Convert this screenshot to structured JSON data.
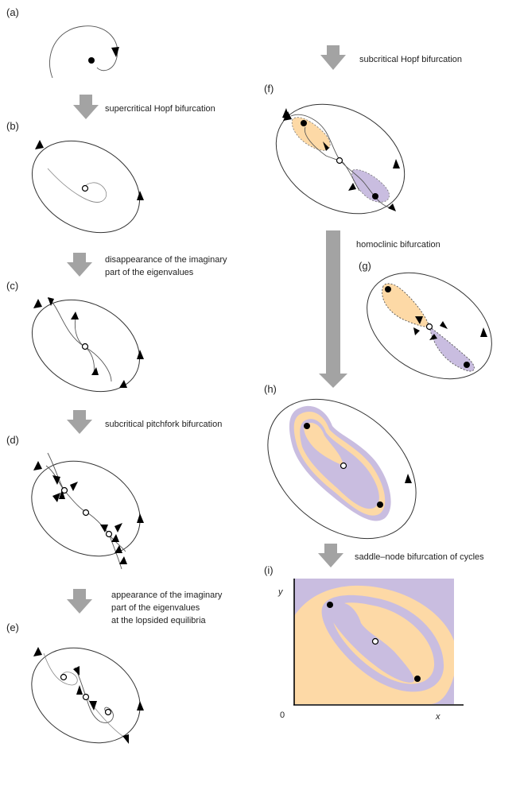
{
  "panels": {
    "a": "(a)",
    "b": "(b)",
    "c": "(c)",
    "d": "(d)",
    "e": "(e)",
    "f": "(f)",
    "g": "(g)",
    "h": "(h)",
    "i": "(i)"
  },
  "transitions": {
    "a_to_b": "supercritical Hopf bifurcation",
    "b_to_c_line1": "disappearance of the imaginary",
    "b_to_c_line2": "part of the eigenvalues",
    "c_to_d": "subcritical pitchfork bifurcation",
    "d_to_e_line1": "appearance of the imaginary",
    "d_to_e_line2": "part of the eigenvalues",
    "d_to_e_line3": "at the lopsided equilibria",
    "e_to_f": "subcritical Hopf bifurcation",
    "f_to_g": "homoclinic bifurcation",
    "h_to_i": "saddle–node bifurcation of cycles"
  },
  "axes": {
    "x_label": "x",
    "y_label": "y",
    "origin_label": "0"
  },
  "colors": {
    "arrow_gray": "#a3a3a3",
    "basin_orange": "#fdd9a6",
    "basin_purple": "#c9bde0",
    "purple_dark": "#b7aad6",
    "orbit": "#333333"
  }
}
